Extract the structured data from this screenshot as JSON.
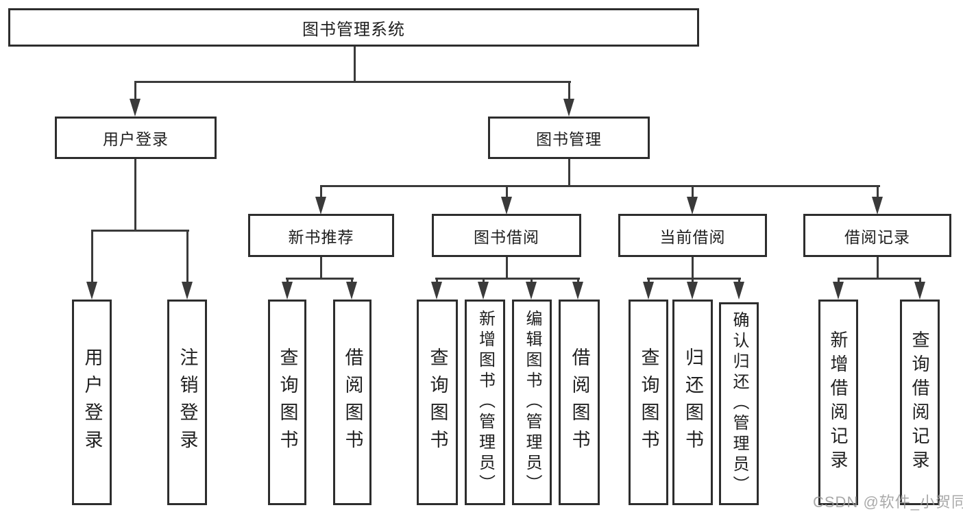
{
  "colors": {
    "background": "#ffffff",
    "box_border": "#2d2d2d",
    "connector_line": "#3a3a3a",
    "text": "#1f1f1f",
    "watermark": "#9b9b9b"
  },
  "tree": {
    "root": {
      "label": "图书管理系统"
    },
    "branches": [
      {
        "label": "用户登录",
        "children": [
          {
            "label": "用户登录"
          },
          {
            "label": "注销登录"
          }
        ]
      },
      {
        "label": "图书管理",
        "children": [
          {
            "label": "新书推荐",
            "children": [
              {
                "label": "查询图书"
              },
              {
                "label": "借阅图书"
              }
            ]
          },
          {
            "label": "图书借阅",
            "children": [
              {
                "label": "查询图书"
              },
              {
                "label": "新增图书（管理员）"
              },
              {
                "label": "编辑图书（管理员）"
              },
              {
                "label": "借阅图书"
              }
            ]
          },
          {
            "label": "当前借阅",
            "children": [
              {
                "label": "查询图书"
              },
              {
                "label": "归还图书"
              },
              {
                "label": "确认归还（管理员）"
              }
            ]
          },
          {
            "label": "借阅记录",
            "children": [
              {
                "label": "新增借阅记录"
              },
              {
                "label": "查询借阅记录"
              }
            ]
          }
        ]
      }
    ]
  },
  "watermark": "CSDN @软件_小贺同学"
}
